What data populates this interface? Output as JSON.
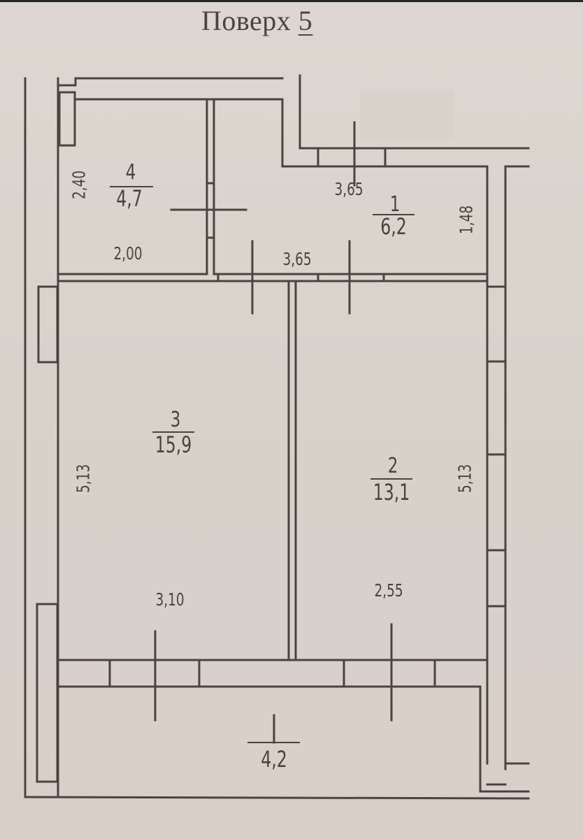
{
  "title": {
    "prefix": "Поверх",
    "floor_number": "5"
  },
  "colors": {
    "background": "#d9d3cc",
    "line": "#4a4440"
  },
  "rooms": [
    {
      "number": "1",
      "area": "6,2",
      "width": "3,65",
      "depth": "1,48"
    },
    {
      "number": "2",
      "area": "13,1",
      "width": "2,55",
      "depth": "5,13"
    },
    {
      "number": "3",
      "area": "15,9",
      "width": "3,10",
      "depth": "5,13"
    },
    {
      "number": "4",
      "area": "4,7",
      "width": "2,00",
      "depth": "2,40"
    },
    {
      "number": "",
      "area": "4,2"
    }
  ],
  "dimensions": {
    "room1_width_top": "3,65",
    "hall_width_bottom": "3,65",
    "room1_depth": "1,48",
    "room4_width": "2,00",
    "room4_depth": "2,40",
    "room3_width": "3,10",
    "room3_depth": "5,13",
    "room2_width": "2,55",
    "room2_depth": "5,13"
  }
}
